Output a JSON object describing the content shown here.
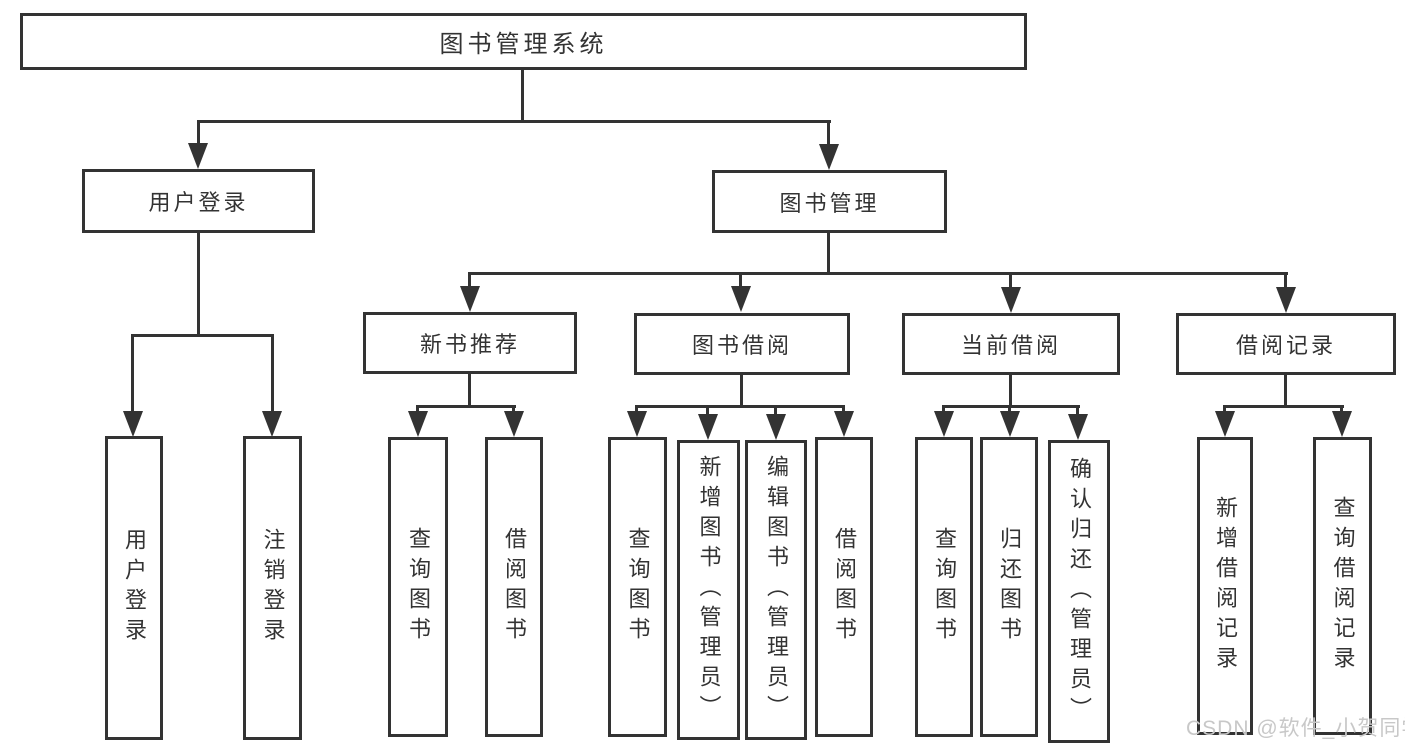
{
  "colors": {
    "line": "#333333",
    "box_background": "#ffffff",
    "page_background": "#ffffff",
    "watermark": "#c8c8c8"
  },
  "watermark": {
    "text": "CSDN @软件_小贺同学"
  },
  "diagram": {
    "type": "tree",
    "root": {
      "label": "图书管理系统"
    },
    "branches": [
      {
        "label": "用户登录",
        "children": [
          {
            "label": "用户登录"
          },
          {
            "label": "注销登录"
          }
        ]
      },
      {
        "label": "图书管理",
        "children": [
          {
            "label": "新书推荐",
            "children": [
              {
                "label": "查询图书"
              },
              {
                "label": "借阅图书"
              }
            ]
          },
          {
            "label": "图书借阅",
            "children": [
              {
                "label": "查询图书"
              },
              {
                "label": "新增图书（管理员）"
              },
              {
                "label": "编辑图书（管理员）"
              },
              {
                "label": "借阅图书"
              }
            ]
          },
          {
            "label": "当前借阅",
            "children": [
              {
                "label": "查询图书"
              },
              {
                "label": "归还图书"
              },
              {
                "label": "确认归还（管理员）"
              }
            ]
          },
          {
            "label": "借阅记录",
            "children": [
              {
                "label": "新增借阅记录"
              },
              {
                "label": "查询借阅记录"
              }
            ]
          }
        ]
      }
    ]
  }
}
